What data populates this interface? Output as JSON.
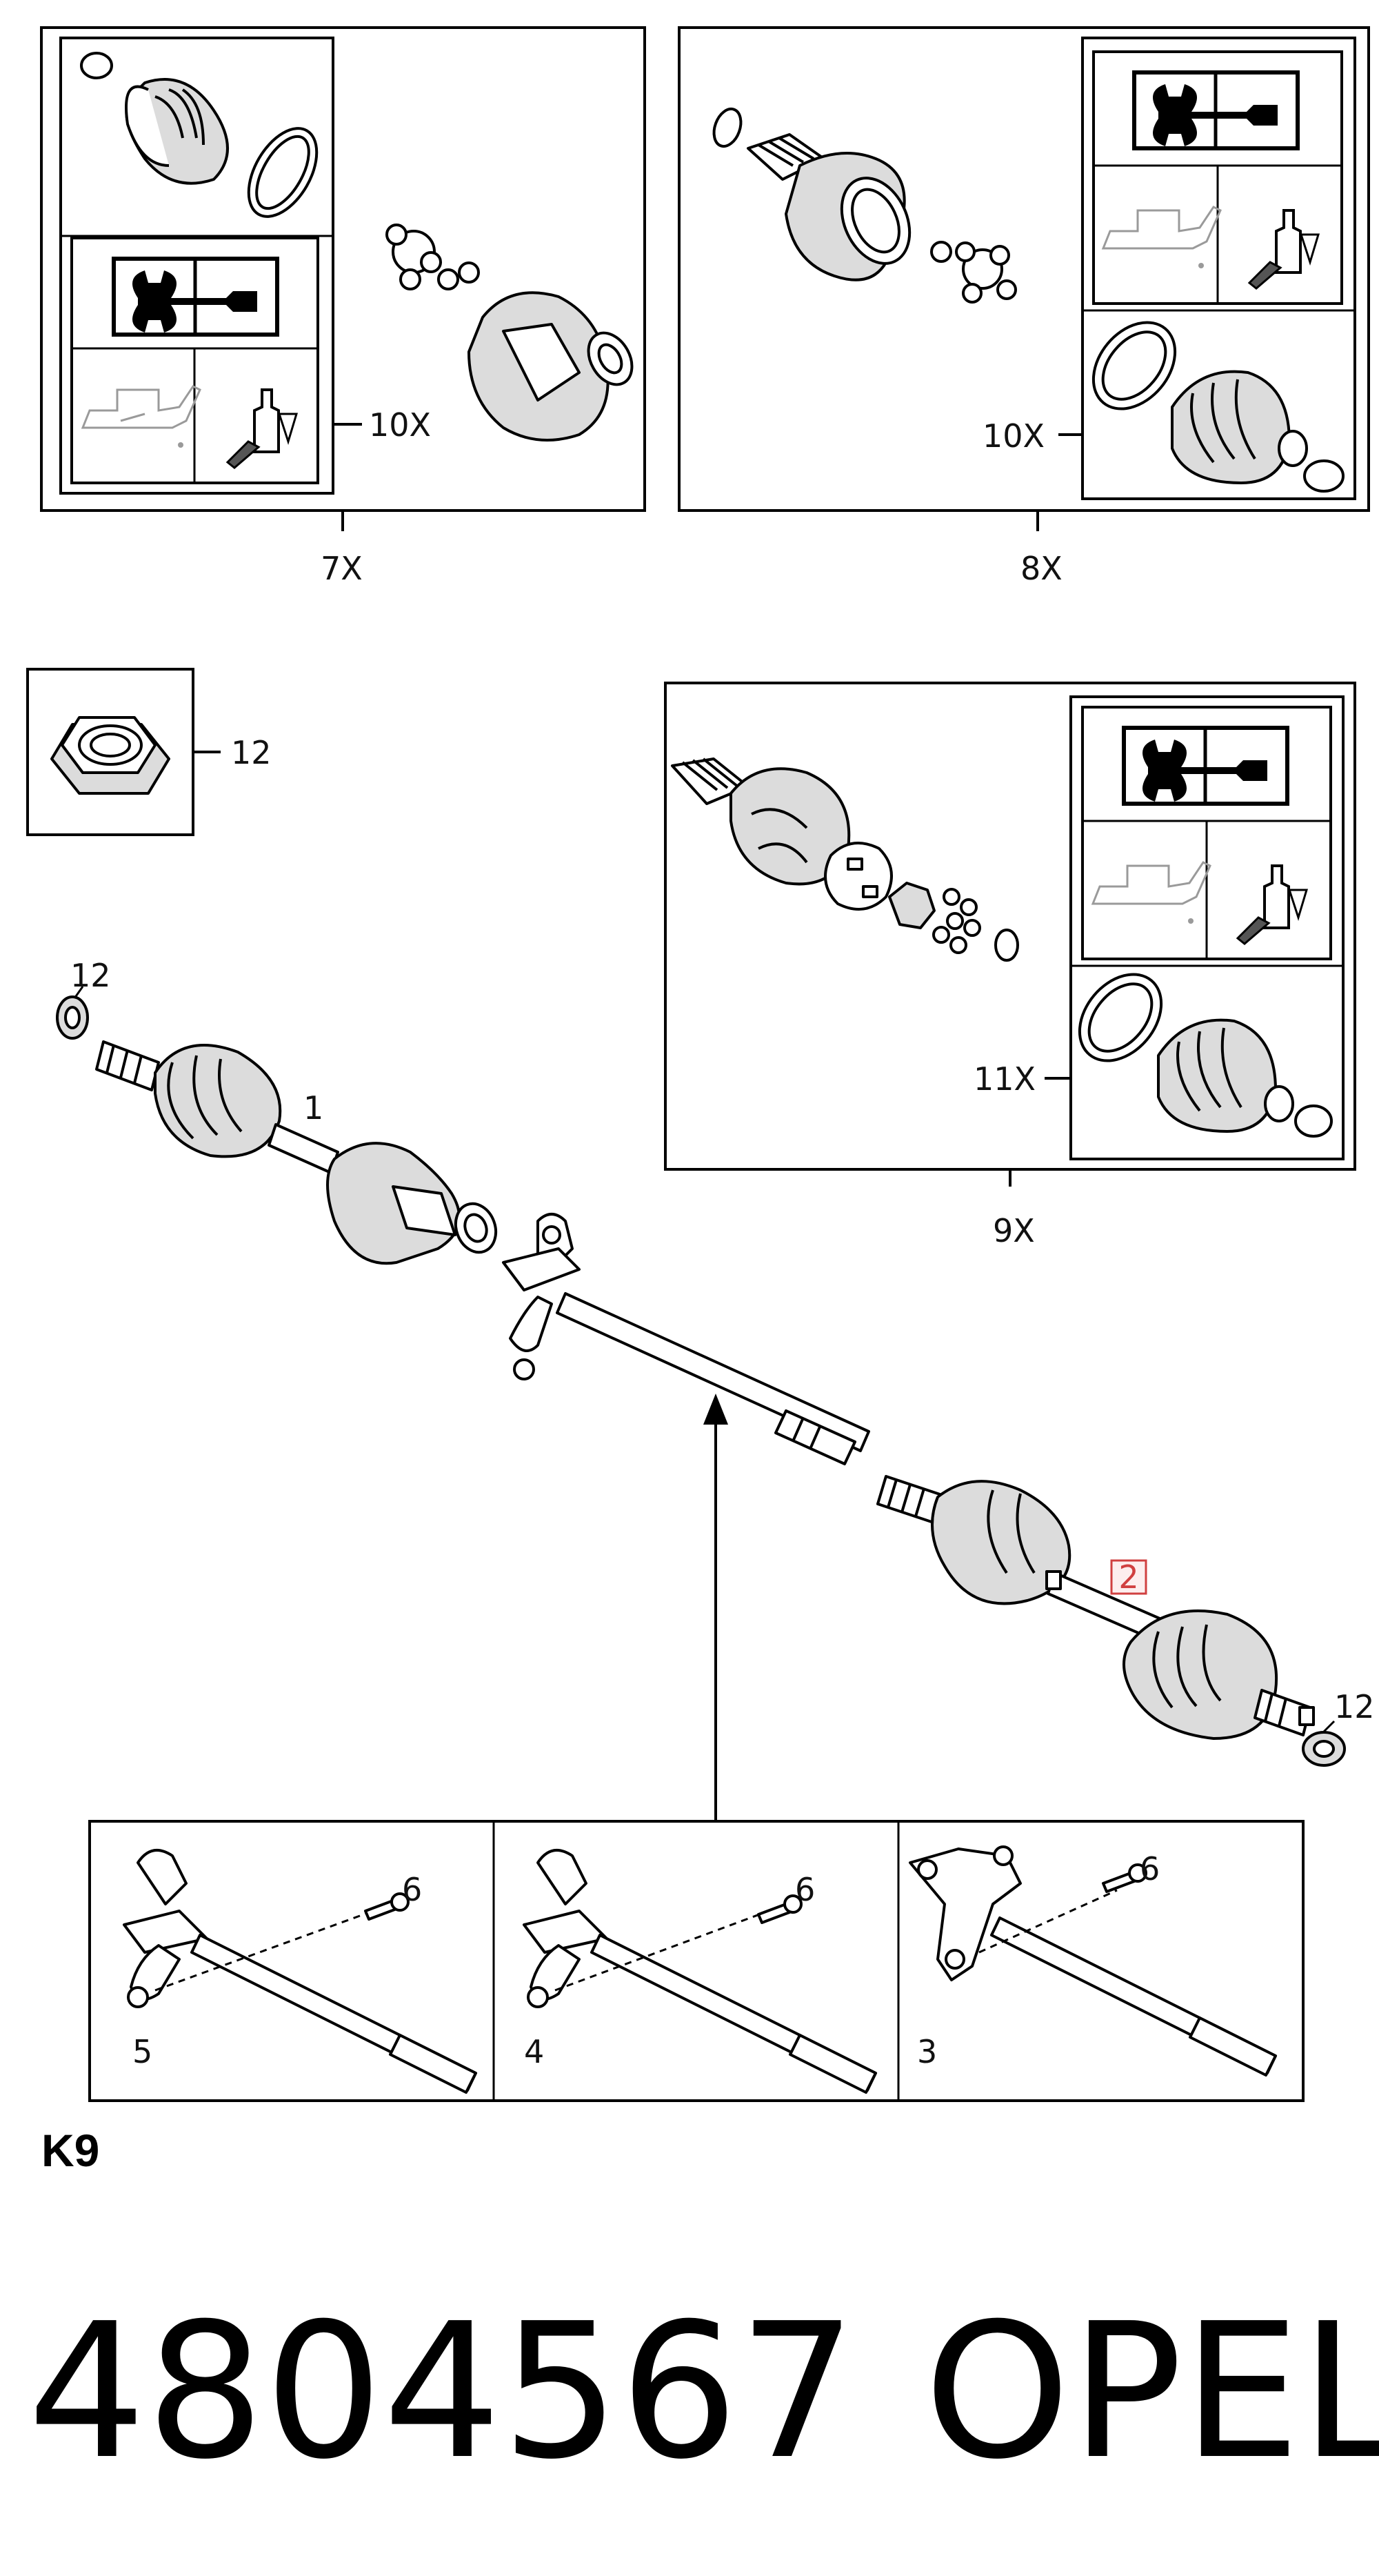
{
  "labels": {
    "kit_7": "7X",
    "kit_8": "8X",
    "kit_9": "9X",
    "kit_10_left": "10X",
    "kit_10_right": "10X",
    "kit_11": "11X",
    "nut_12_box": "12",
    "nut_12_left": "12",
    "nut_12_right": "12",
    "shaft_1": "1",
    "shaft_2": "2",
    "variant_3": "3",
    "variant_4": "4",
    "variant_5": "5",
    "bolt_6_a": "6",
    "bolt_6_b": "6",
    "bolt_6_c": "6"
  },
  "section_code": "K9",
  "part_number": "4804567",
  "brand": "OPEL",
  "colors": {
    "line": "#000000",
    "highlight": "#d04040",
    "grey_icon": "#9a9a9a"
  },
  "icons": [
    "service-manual-icon",
    "oil-can-icon",
    "grease-tube-icon"
  ]
}
